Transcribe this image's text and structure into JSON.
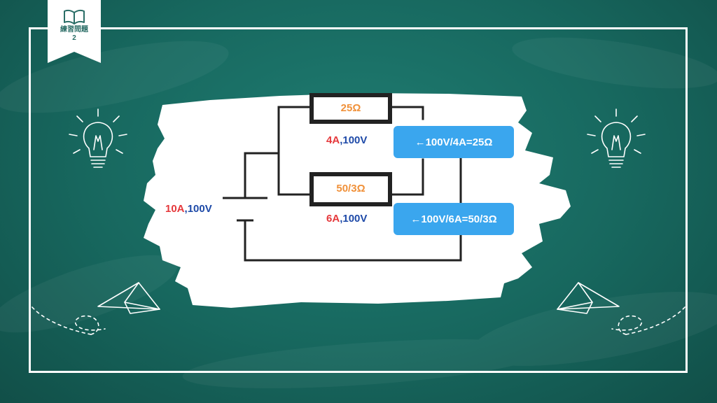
{
  "badge": {
    "title": "練習問題",
    "number": "2",
    "icon": "open-book-icon"
  },
  "circuit": {
    "total_current": "10A",
    "total_voltage": "100V",
    "separator": ",",
    "branches": [
      {
        "resistance": "25Ω",
        "current": "4A",
        "voltage": "100V",
        "note": "←100V/4A=25Ω"
      },
      {
        "resistance": "50/3Ω",
        "current": "6A",
        "voltage": "100V",
        "note": "←100V/6A=50/3Ω"
      }
    ]
  },
  "decorations": {
    "left": [
      "lightbulb-icon",
      "paper-plane-icon"
    ],
    "right": [
      "lightbulb-icon",
      "paper-plane-icon"
    ]
  },
  "colors": {
    "board": "#17675e",
    "frame": "#ffffff",
    "current": "#e5383b",
    "voltage": "#1e4aa8",
    "resistance": "#f0913a",
    "note": "#3aa6ee"
  }
}
